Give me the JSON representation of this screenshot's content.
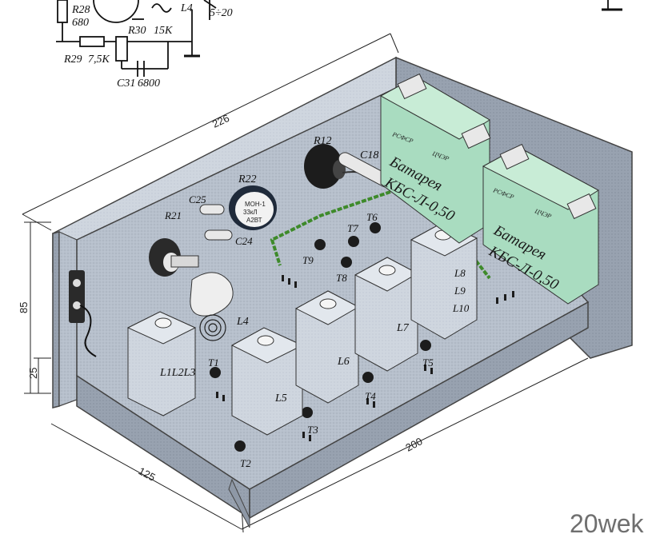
{
  "schematic": {
    "r28": "R28",
    "r28_val": "680",
    "l4": "L4",
    "c_val": "5÷20",
    "r30": "R30",
    "r30_val": "15K",
    "r29": "R29",
    "r29_val": "7,5K",
    "c31": "C31",
    "c31_val": "6800"
  },
  "dimensions": {
    "top_length": "226",
    "height": "85",
    "foot": "25",
    "width_front": "200",
    "depth": "125"
  },
  "components": {
    "r12": "R12",
    "c18": "C18",
    "r22": "R22",
    "c25": "C25",
    "r21": "R21",
    "c24": "C24",
    "t1": "T1",
    "t2": "T2",
    "t3": "T3",
    "t4": "T4",
    "t5": "T5",
    "t6": "T6",
    "t7": "T7",
    "t8": "T8",
    "t9": "T9",
    "l4": "L4",
    "l1l2l3": "L1L2L3",
    "l5": "L5",
    "l6": "L6",
    "l7": "L7",
    "l8": "L8",
    "l9": "L9",
    "l10": "L10"
  },
  "batteries": [
    {
      "title": "Батарея",
      "type": "КБС-Л-0,50",
      "mark_left": "РСФСР",
      "mark_right": "ЦЧЭР"
    },
    {
      "title": "Батарея",
      "type": "КБС-Л-0,50",
      "mark_left": "РСФСР",
      "mark_right": "ЦЧЭР"
    }
  ],
  "watermark": "20wek",
  "colors": {
    "chassis": "#b8c2cf",
    "chassis_dark": "#8e98a6",
    "battery": "#a9dcc0",
    "wire": "#3e8a2a",
    "board_dark": "#2a2a2a"
  }
}
